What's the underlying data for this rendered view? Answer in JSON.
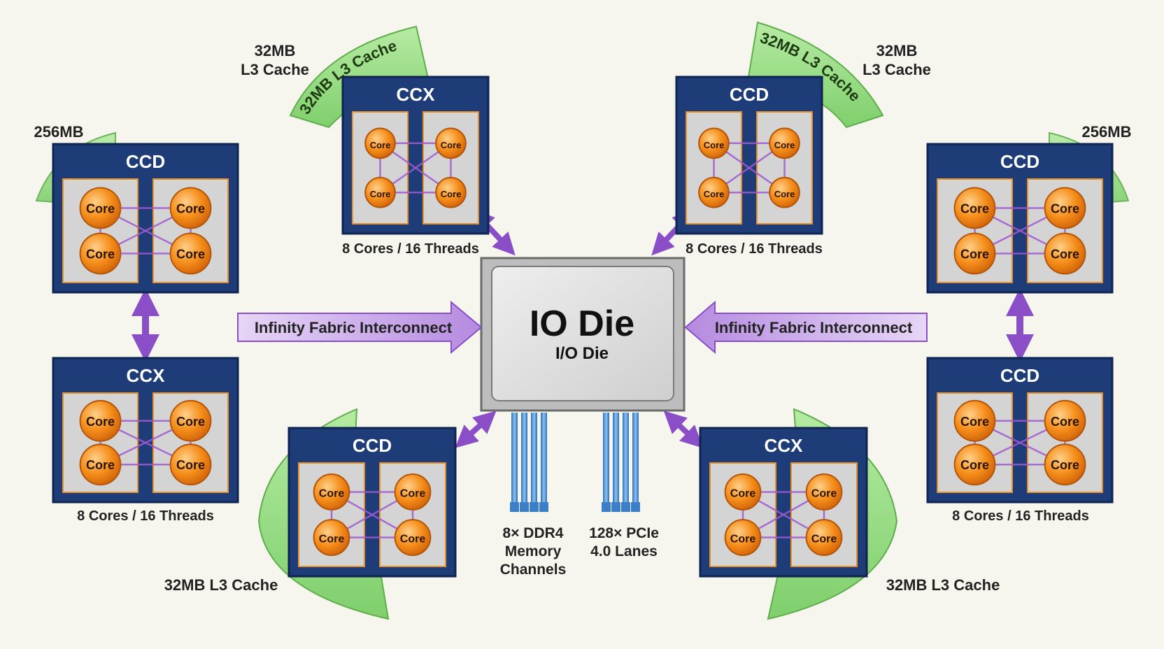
{
  "io_die": {
    "title": "IO Die",
    "subtitle": "I/O Die"
  },
  "interconnect": {
    "left_label": "Infinity Fabric Interconnect",
    "right_label": "Infinity Fabric Interconnect"
  },
  "memory": {
    "line1": "8× DDR4",
    "line2": "Memory",
    "line3": "Channels"
  },
  "pcie": {
    "line1": "128× PCIe",
    "line2": "4.0 Lanes"
  },
  "core_label": "Core",
  "chiplets": [
    {
      "id": "top-left",
      "title": "CCD",
      "cache_label": "256MB"
    },
    {
      "id": "mid-left",
      "title": "CCX",
      "caption": "8 Cores / 16 Threads"
    },
    {
      "id": "top-center-left",
      "title": "CCX",
      "cache_arc_label": "32MB L3 Cache",
      "cache_label_line1": "32MB",
      "cache_label_line2": "L3 Cache",
      "caption": "8 Cores / 16 Threads"
    },
    {
      "id": "top-center-right",
      "title": "CCD",
      "cache_arc_label": "32MB L3 Cache",
      "cache_label_line1": "32MB",
      "cache_label_line2": "L3 Cache",
      "caption": "8 Cores / 16 Threads"
    },
    {
      "id": "top-right",
      "title": "CCD",
      "cache_label": "256MB"
    },
    {
      "id": "mid-right",
      "title": "CCD",
      "caption": "8 Cores / 16 Threads"
    },
    {
      "id": "bottom-center-left",
      "title": "CCD",
      "cache_label": "32MB L3 Cache"
    },
    {
      "id": "bottom-center-right",
      "title": "CCX",
      "cache_label": "32MB L3 Cache"
    }
  ],
  "colors": {
    "background": "#f6f6ef",
    "chiplet_fill": "#1e3c78",
    "chiplet_border": "#0f2450",
    "core_tile": "#d4d4d4",
    "core_tile_border": "#e6902a",
    "core_orange": "#f58e1a",
    "cache_green": "#9ddd8c",
    "fabric_purple": "#8a4fc7",
    "fabric_purple_light": "#c8a6ec",
    "io_die_fill": "#dedede",
    "lane_blue": "#4c8fd6"
  }
}
